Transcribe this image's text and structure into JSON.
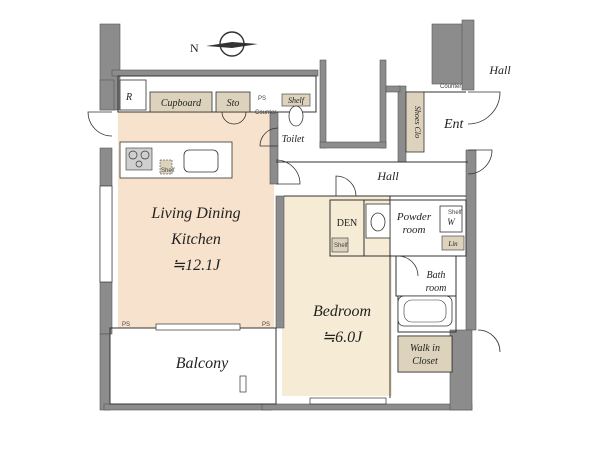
{
  "compass": {
    "north_label": "N"
  },
  "rooms": {
    "ldk": {
      "line1": "Living Dining",
      "line2": "Kitchen",
      "area": "≒12.1J"
    },
    "bedroom": {
      "name": "Bedroom",
      "area": "≒6.0J"
    },
    "balcony": "Balcony",
    "toilet": "Toilet",
    "hall_center": "Hall",
    "hall_outside": "Hall",
    "entrance": "Ent",
    "den": "DEN",
    "powder_room": {
      "line1": "Powder",
      "line2": "room"
    },
    "bath_room": {
      "line1": "Bath",
      "line2": "room"
    },
    "walk_in_closet": {
      "line1": "Walk in",
      "line2": "Closet"
    }
  },
  "fixtures": {
    "refrigerator": "R",
    "cupboard": "Cupboard",
    "storage": "Sto",
    "ps_top": "PS",
    "shelf_toilet": "Shelf",
    "counter_toilet": "Counter",
    "counter_entrance": "Counter",
    "shoes_closet": "Shoes Clo",
    "shelf_kitchen": "Shelf",
    "shelf_den": "Shelf",
    "shelf_powder": "Shelf",
    "washer": "W",
    "linen": "Lin",
    "ps_bottom_left": "PS",
    "ps_bottom_mid": "PS"
  },
  "colors": {
    "wall": "#8c8c8c",
    "ldk_floor": "#f7e3cd",
    "bedroom_floor": "#f6ebd4",
    "fixture": "#ddd3bd",
    "wet_area": "#ffffff",
    "line": "#333333"
  }
}
